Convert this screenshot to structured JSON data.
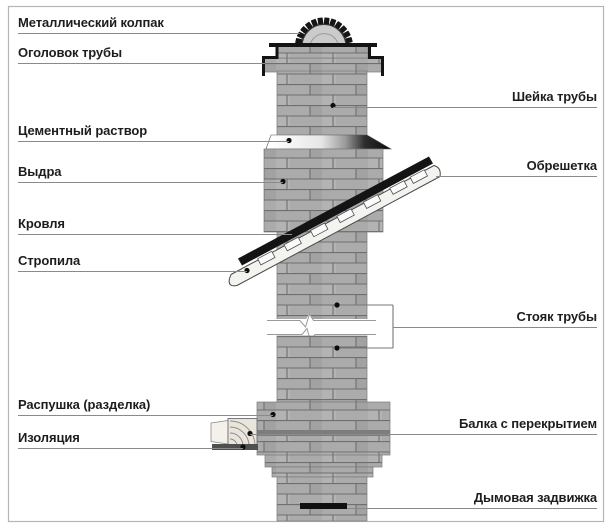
{
  "labels": {
    "left": [
      {
        "id": "metal-cap",
        "text": "Металлический колпак"
      },
      {
        "id": "chimney-head",
        "text": "Оголовок трубы"
      },
      {
        "id": "cement-mortar",
        "text": "Цементный раствор"
      },
      {
        "id": "vydra",
        "text": "Выдра"
      },
      {
        "id": "roofing",
        "text": "Кровля"
      },
      {
        "id": "rafters",
        "text": "Стропила"
      },
      {
        "id": "raspushka",
        "text": "Распушка (разделка)"
      },
      {
        "id": "insulation",
        "text": "Изоляция"
      }
    ],
    "right": [
      {
        "id": "chimney-neck",
        "text": "Шейка трубы"
      },
      {
        "id": "lathing",
        "text": "Обрешетка"
      },
      {
        "id": "chimney-riser",
        "text": "Стояк трубы"
      },
      {
        "id": "beam-ceiling",
        "text": "Балка с перекрытием"
      },
      {
        "id": "smoke-damper",
        "text": "Дымовая задвижка"
      }
    ]
  },
  "colors": {
    "brick": "#ababab",
    "mortar": "#6f6f6f",
    "callout_line": "#8a8a8a",
    "ink": "#1d1d1d",
    "roof_black": "#141414",
    "wood": "#e9e5da"
  }
}
